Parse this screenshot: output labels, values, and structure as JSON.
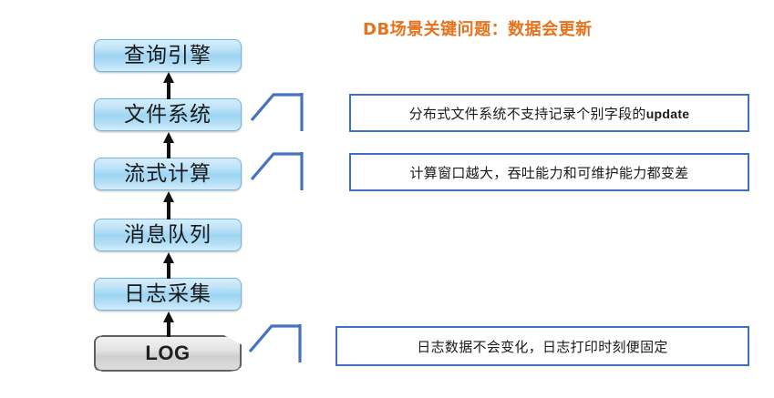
{
  "title": {
    "text": "DB场景关键问题：数据会更新",
    "color": "#E8721C"
  },
  "pipeline": {
    "stages": [
      {
        "label": "查询引擎",
        "name": "query-engine"
      },
      {
        "label": "文件系统",
        "name": "file-system"
      },
      {
        "label": "流式计算",
        "name": "stream-computing"
      },
      {
        "label": "消息队列",
        "name": "message-queue"
      },
      {
        "label": "日志采集",
        "name": "log-collection"
      }
    ],
    "source": {
      "label": "LOG",
      "name": "log-source"
    }
  },
  "callouts": [
    {
      "name": "callout-file-system",
      "text_cn": "分布式文件系统不支持记录个别字段的",
      "text_en": "update"
    },
    {
      "name": "callout-stream-computing",
      "text_cn": "计算窗口越大，吞吐能力和可维护能力都变差",
      "text_en": ""
    },
    {
      "name": "callout-log-source",
      "text_cn": "日志数据不会变化，日志打印时刻便固定",
      "text_en": ""
    }
  ],
  "colors": {
    "accent_blue": "#3F6FC0",
    "box_blue": "#9fd5f2",
    "orange": "#E8721C",
    "gray": "#cfcfcf"
  }
}
